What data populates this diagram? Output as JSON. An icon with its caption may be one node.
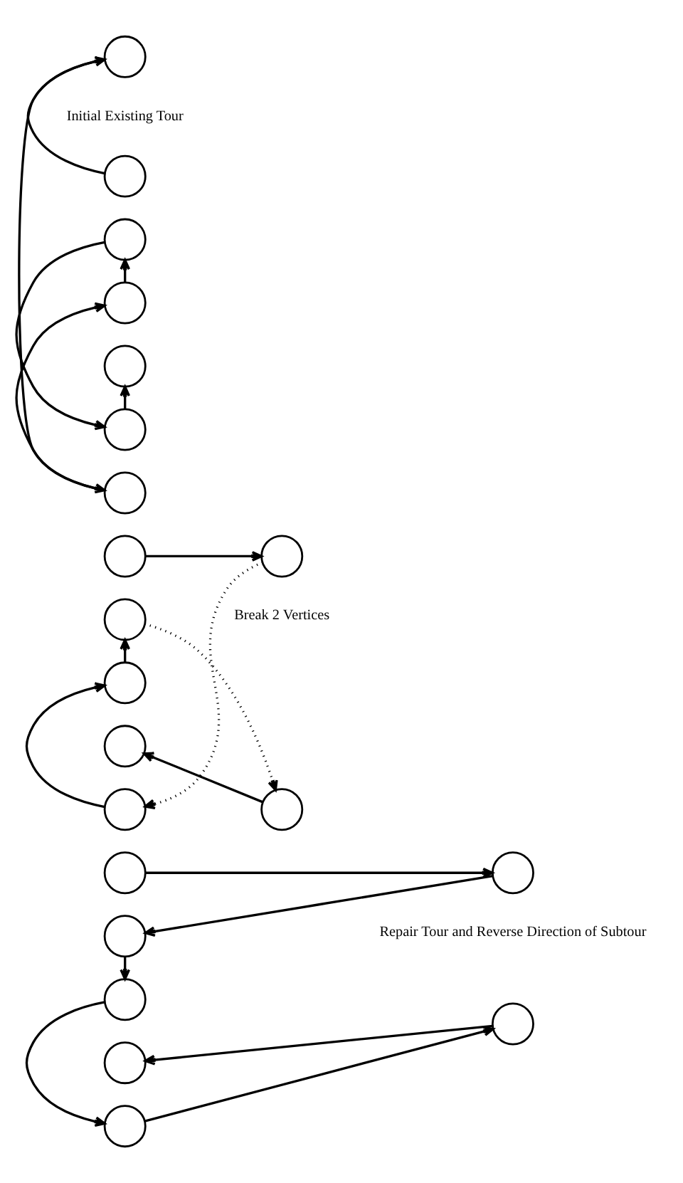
{
  "diagram": {
    "nodes": [
      {
        "text": [],
        "shape": "circle"
      },
      {
        "text": [],
        "shape": "circle"
      },
      {
        "text": [],
        "shape": "circle"
      },
      {
        "text": [],
        "shape": "circle"
      },
      {
        "text": [],
        "shape": "circle"
      },
      {
        "text": [],
        "shape": "circle"
      },
      {
        "text": [],
        "shape": "circle"
      },
      {
        "text": [],
        "shape": "circle"
      },
      {
        "text": [],
        "shape": "circle"
      },
      {
        "text": [],
        "shape": "circle"
      },
      {
        "text": [],
        "shape": "circle"
      },
      {
        "text": [],
        "shape": "circle"
      },
      {
        "text": [],
        "shape": "circle"
      },
      {
        "text": [],
        "shape": "circle"
      },
      {
        "text": [],
        "shape": "circle"
      },
      {
        "text": [],
        "shape": "circle"
      },
      {
        "text": [],
        "shape": "circle"
      },
      {
        "text": [],
        "shape": "circle"
      },
      {
        "text": [],
        "shape": "circle"
      },
      {
        "text": [],
        "shape": "circle"
      },
      {
        "text": [],
        "shape": "circle"
      }
    ],
    "edges": [
      {
        "from": 0,
        "to": 1,
        "arrow": "to"
      },
      {
        "from": 1,
        "to": 6,
        "arrow": "to"
      },
      {
        "from": 6,
        "to": 3,
        "arrow": "to"
      },
      {
        "from": 3,
        "to": 2,
        "arrow": "to"
      },
      {
        "from": 2,
        "to": 5,
        "arrow": "to"
      },
      {
        "from": 5,
        "to": 4,
        "arrow": "to"
      },
      {
        "from": 7,
        "to": 8,
        "arrow": "to"
      },
      {
        "from": 8,
        "to": 13,
        "arrow": "to",
        "style": "dashed"
      },
      {
        "from": 13,
        "to": 10,
        "arrow": "to"
      },
      {
        "from": 10,
        "to": 9,
        "arrow": "to"
      },
      {
        "from": 9,
        "to": 12,
        "arrow": "to",
        "style": "dashed"
      },
      {
        "from": 12,
        "to": 11,
        "arrow": "to"
      },
      {
        "from": 14,
        "to": 15,
        "arrow": "to"
      },
      {
        "from": 15,
        "to": 16,
        "arrow": "to"
      },
      {
        "from": 16,
        "to": 17,
        "arrow": "to"
      },
      {
        "from": 17,
        "to": 20,
        "arrow": "to"
      },
      {
        "from": 20,
        "to": 19,
        "arrow": "to"
      },
      {
        "from": 19,
        "to": 18,
        "arrow": "to"
      }
    ],
    "labels": [
      "Initial Existing Tour",
      "Break 2 Vertices",
      "Repair Tour and Reverse Direction of Subtour"
    ]
  }
}
